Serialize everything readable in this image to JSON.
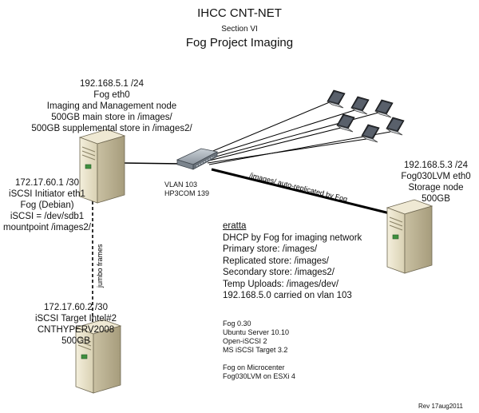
{
  "title": "IHCC  CNT-NET",
  "section": "Section VI",
  "subtitle": "Fog Project Imaging",
  "fog_node": {
    "lines": [
      "192.168.5.1 /24",
      "Fog     eth0",
      "Imaging and Management node",
      "500GB main store in   /images/",
      "500GB supplemental store in   /images2/"
    ]
  },
  "iscsi_initiator": {
    "lines": [
      "172.17.60.1 /30",
      "iSCSI Initiator  eth1",
      "Fog (Debian)",
      "iSCSI = /dev/sdb1",
      "mountpoint   /images2/"
    ]
  },
  "iscsi_target": {
    "lines": [
      "172.17.60.2 /30",
      "iSCSI Target  Intel#2",
      "CNTHYPERV2008",
      "500GB"
    ]
  },
  "storage_node": {
    "lines": [
      "192.168.5.3 /24",
      "Fog030LVM  eth0",
      "Storage node",
      "500GB"
    ]
  },
  "switch": {
    "lines": [
      "VLAN 103",
      "HP3COM 139"
    ]
  },
  "links": {
    "jumbo": "jumbo frames",
    "replicated": "/images/    auto-replicated by Fog"
  },
  "eratta": {
    "heading": "eratta",
    "lines": [
      "DHCP by Fog for imaging network",
      "Primary store: /images/",
      "Replicated store: /images/",
      "Secondary store: /images2/",
      "Temp Uploads: /images/dev/",
      "192.168.5.0 carried on vlan 103"
    ]
  },
  "software": {
    "lines": [
      "Fog 0.30",
      "Ubuntu Server 10.10",
      "Open-iSCSI 2",
      "MS iSCSI Target 3.2",
      "",
      "Fog on Microcenter",
      "Fog030LVM on ESXi 4"
    ]
  },
  "revision": "Rev 17aug2011",
  "colors": {
    "server_body": "#e9e2c8",
    "server_shade": "#b9b092",
    "switch_body": "#9aa4ad",
    "laptop_body": "#d8dde2",
    "laptop_screen": "#2b2f36",
    "line": "#000000"
  },
  "icons": [
    "server-icon",
    "switch-icon",
    "laptop-icon"
  ]
}
